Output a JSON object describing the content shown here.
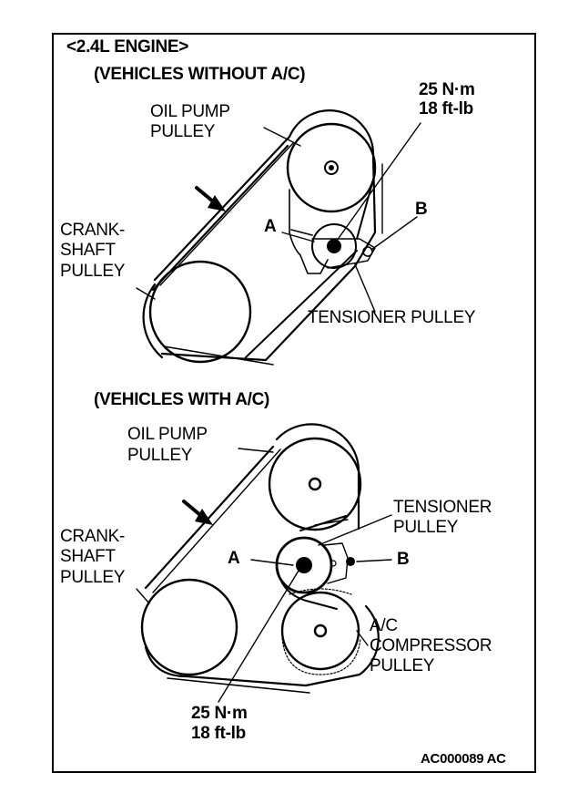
{
  "engine_title": "<2.4L ENGINE>",
  "top": {
    "heading": "(VEHICLES WITHOUT A/C)",
    "torque_nm": "25 N·m",
    "torque_ftlb": "18 ft-lb",
    "oil_pump_line1": "OIL PUMP",
    "oil_pump_line2": "PULLEY",
    "crank_line1": "CRANK-",
    "crank_line2": "SHAFT",
    "crank_line3": "PULLEY",
    "label_a": "A",
    "label_b": "B",
    "tensioner": "TENSIONER PULLEY"
  },
  "bottom": {
    "heading": "(VEHICLES WITH A/C)",
    "oil_pump_line1": "OIL PUMP",
    "oil_pump_line2": "PULLEY",
    "tensioner_line1": "TENSIONER",
    "tensioner_line2": "PULLEY",
    "crank_line1": "CRANK-",
    "crank_line2": "SHAFT",
    "crank_line3": "PULLEY",
    "label_a": "A",
    "label_b": "B",
    "ac_line1": "A/C",
    "ac_line2": "COMPRESSOR",
    "ac_line3": "PULLEY",
    "torque_nm": "25 N·m",
    "torque_ftlb": "18 ft-lb"
  },
  "figure_code": "AC000089 AC"
}
